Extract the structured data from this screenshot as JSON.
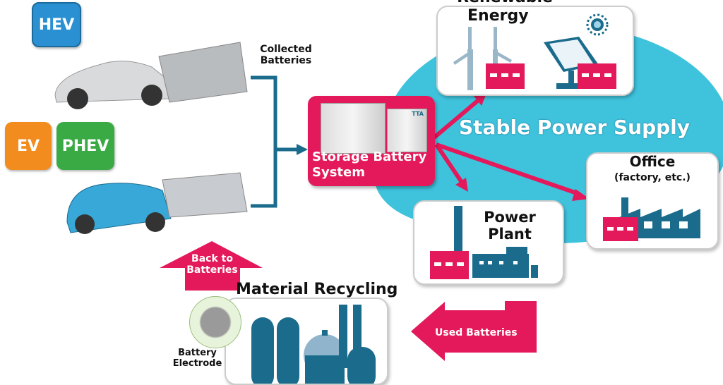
{
  "vehicles": {
    "hev": "HEV",
    "ev": "EV",
    "phev": "PHEV"
  },
  "collected_batteries": "Collected\nBatteries",
  "storage_system": "Storage Battery\nSystem",
  "storage_logo": "TTA",
  "renewable": {
    "title_line1": "Renewable",
    "title_line2": "Energy"
  },
  "stable_supply": "Stable Power Supply",
  "office": {
    "title": "Office",
    "subtitle": "(factory, etc.)"
  },
  "power_plant": "Power\nPlant",
  "recycling": "Material Recycling",
  "used_batteries": "Used Batteries",
  "back_to_batteries": "Back to\nBatteries",
  "electrode": "Battery\nElectrode",
  "colors": {
    "pink": "#e3195b",
    "cloud": "#3fc3dd",
    "teal": "#1a6b8c",
    "hev": "#2a90d2",
    "ev": "#f28c1e",
    "phev": "#3aaa45"
  }
}
